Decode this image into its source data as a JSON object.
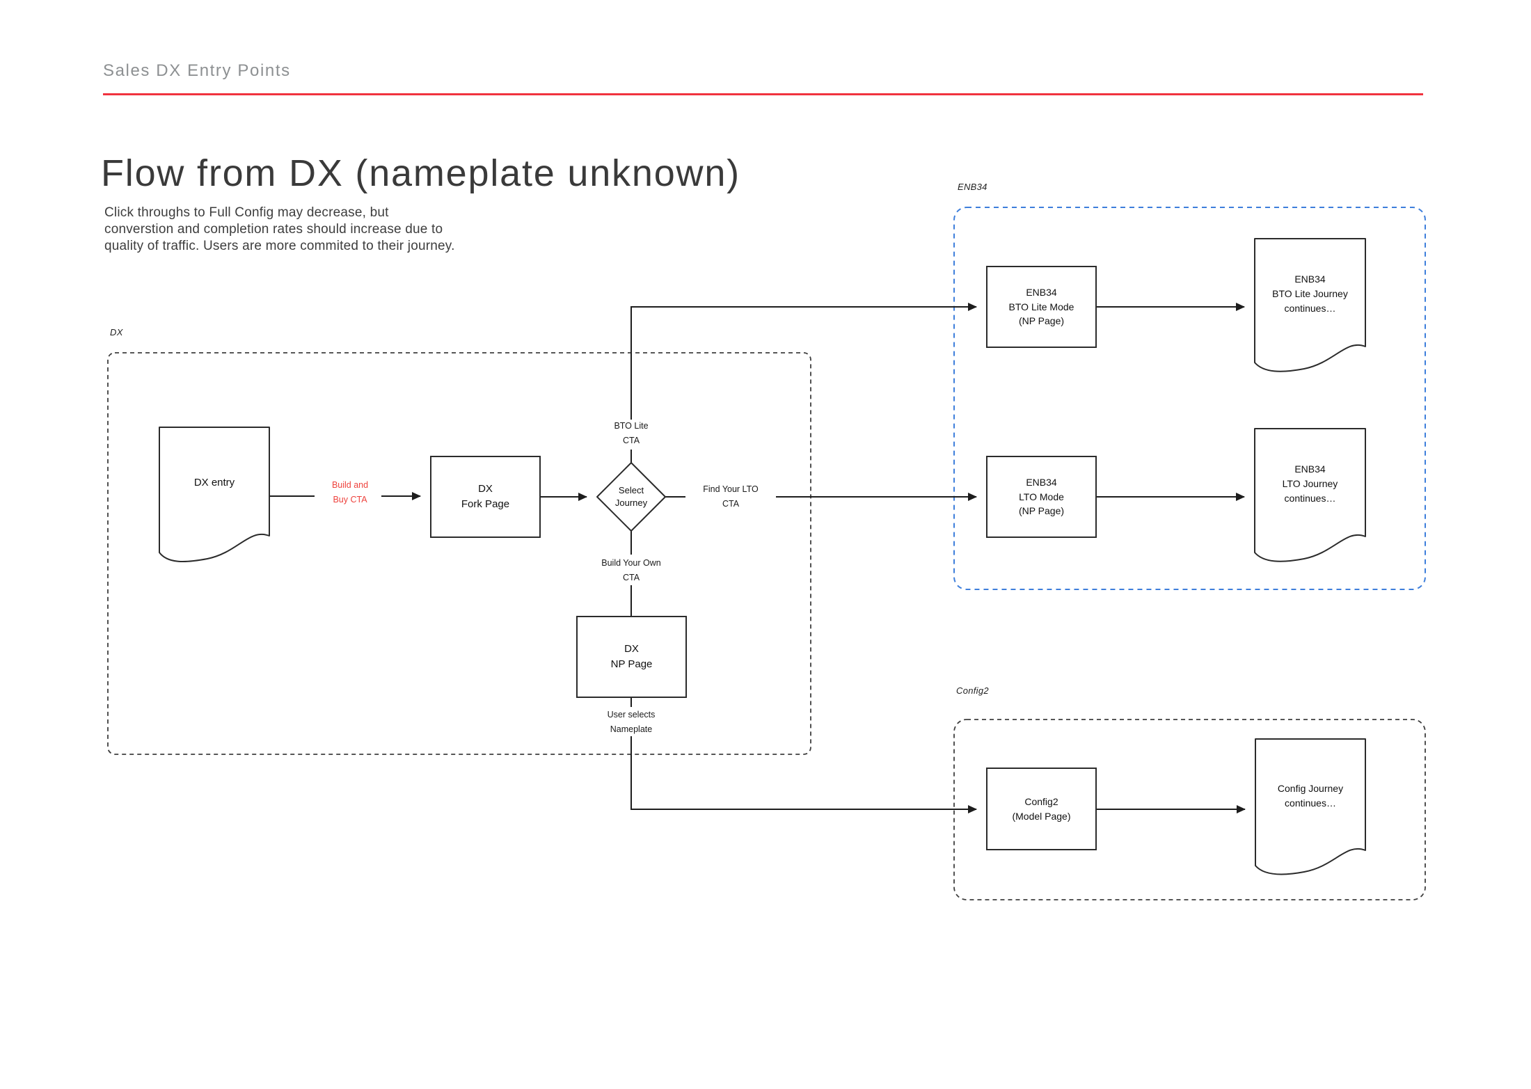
{
  "header": {
    "eyebrow": "Sales DX Entry Points"
  },
  "title": "Flow from DX (nameplate unknown)",
  "description_lines": [
    "Click throughs to Full Config may decrease, but",
    "converstion and completion rates should increase due to",
    "quality of traffic. Users are more commited to their journey."
  ],
  "colors": {
    "accent_red_rule": "#f0323e",
    "cta_red_text": "#ee423d",
    "enb34_container_blue": "#3d7edb",
    "connector_black": "#1d1d1d",
    "header_gray": "#8d9092"
  },
  "containers": {
    "dx": {
      "label": "DX"
    },
    "enb34": {
      "label": "ENB34"
    },
    "config2": {
      "label": "Config2"
    }
  },
  "nodes": {
    "dx_entry": {
      "type": "document",
      "lines": [
        "DX entry"
      ]
    },
    "fork_page": {
      "type": "process",
      "lines": [
        "DX",
        "Fork Page"
      ]
    },
    "select_journey": {
      "type": "decision",
      "lines": [
        "Select",
        "Journey"
      ]
    },
    "np_page": {
      "type": "process",
      "lines": [
        "DX",
        "NP Page"
      ]
    },
    "bto_lite_mode": {
      "type": "process",
      "lines": [
        "ENB34",
        "BTO Lite Mode",
        "(NP Page)"
      ]
    },
    "bto_lite_journey": {
      "type": "document",
      "lines": [
        "ENB34",
        "BTO Lite Journey",
        "continues…"
      ]
    },
    "lto_mode": {
      "type": "process",
      "lines": [
        "ENB34",
        "LTO Mode",
        "(NP Page)"
      ]
    },
    "lto_journey": {
      "type": "document",
      "lines": [
        "ENB34",
        "LTO Journey",
        "continues…"
      ]
    },
    "config2_model": {
      "type": "process",
      "lines": [
        "Config2",
        "(Model Page)"
      ]
    },
    "config_journey": {
      "type": "document",
      "lines": [
        "Config Journey",
        "continues…"
      ]
    }
  },
  "edge_labels": {
    "build_and_buy": {
      "lines": [
        "Build and",
        "Buy CTA"
      ],
      "color": "red"
    },
    "bto_lite_cta": {
      "lines": [
        "BTO Lite",
        "CTA"
      ]
    },
    "find_your_lto": {
      "lines": [
        "Find Your LTO",
        "CTA"
      ]
    },
    "build_your_own": {
      "lines": [
        "Build Your Own",
        "CTA"
      ]
    },
    "user_selects": {
      "lines": [
        "User selects",
        "Nameplate"
      ]
    }
  },
  "edges": [
    {
      "from": "dx_entry",
      "to": "fork_page",
      "label": "Build and Buy CTA"
    },
    {
      "from": "fork_page",
      "to": "select_journey",
      "label": ""
    },
    {
      "from": "select_journey",
      "to": "bto_lite_mode",
      "label": "BTO Lite CTA"
    },
    {
      "from": "select_journey",
      "to": "lto_mode",
      "label": "Find Your LTO CTA"
    },
    {
      "from": "select_journey",
      "to": "np_page",
      "label": "Build Your Own CTA"
    },
    {
      "from": "np_page",
      "to": "config2_model",
      "label": "User selects Nameplate"
    },
    {
      "from": "bto_lite_mode",
      "to": "bto_lite_journey",
      "label": ""
    },
    {
      "from": "lto_mode",
      "to": "lto_journey",
      "label": ""
    },
    {
      "from": "config2_model",
      "to": "config_journey",
      "label": ""
    }
  ]
}
